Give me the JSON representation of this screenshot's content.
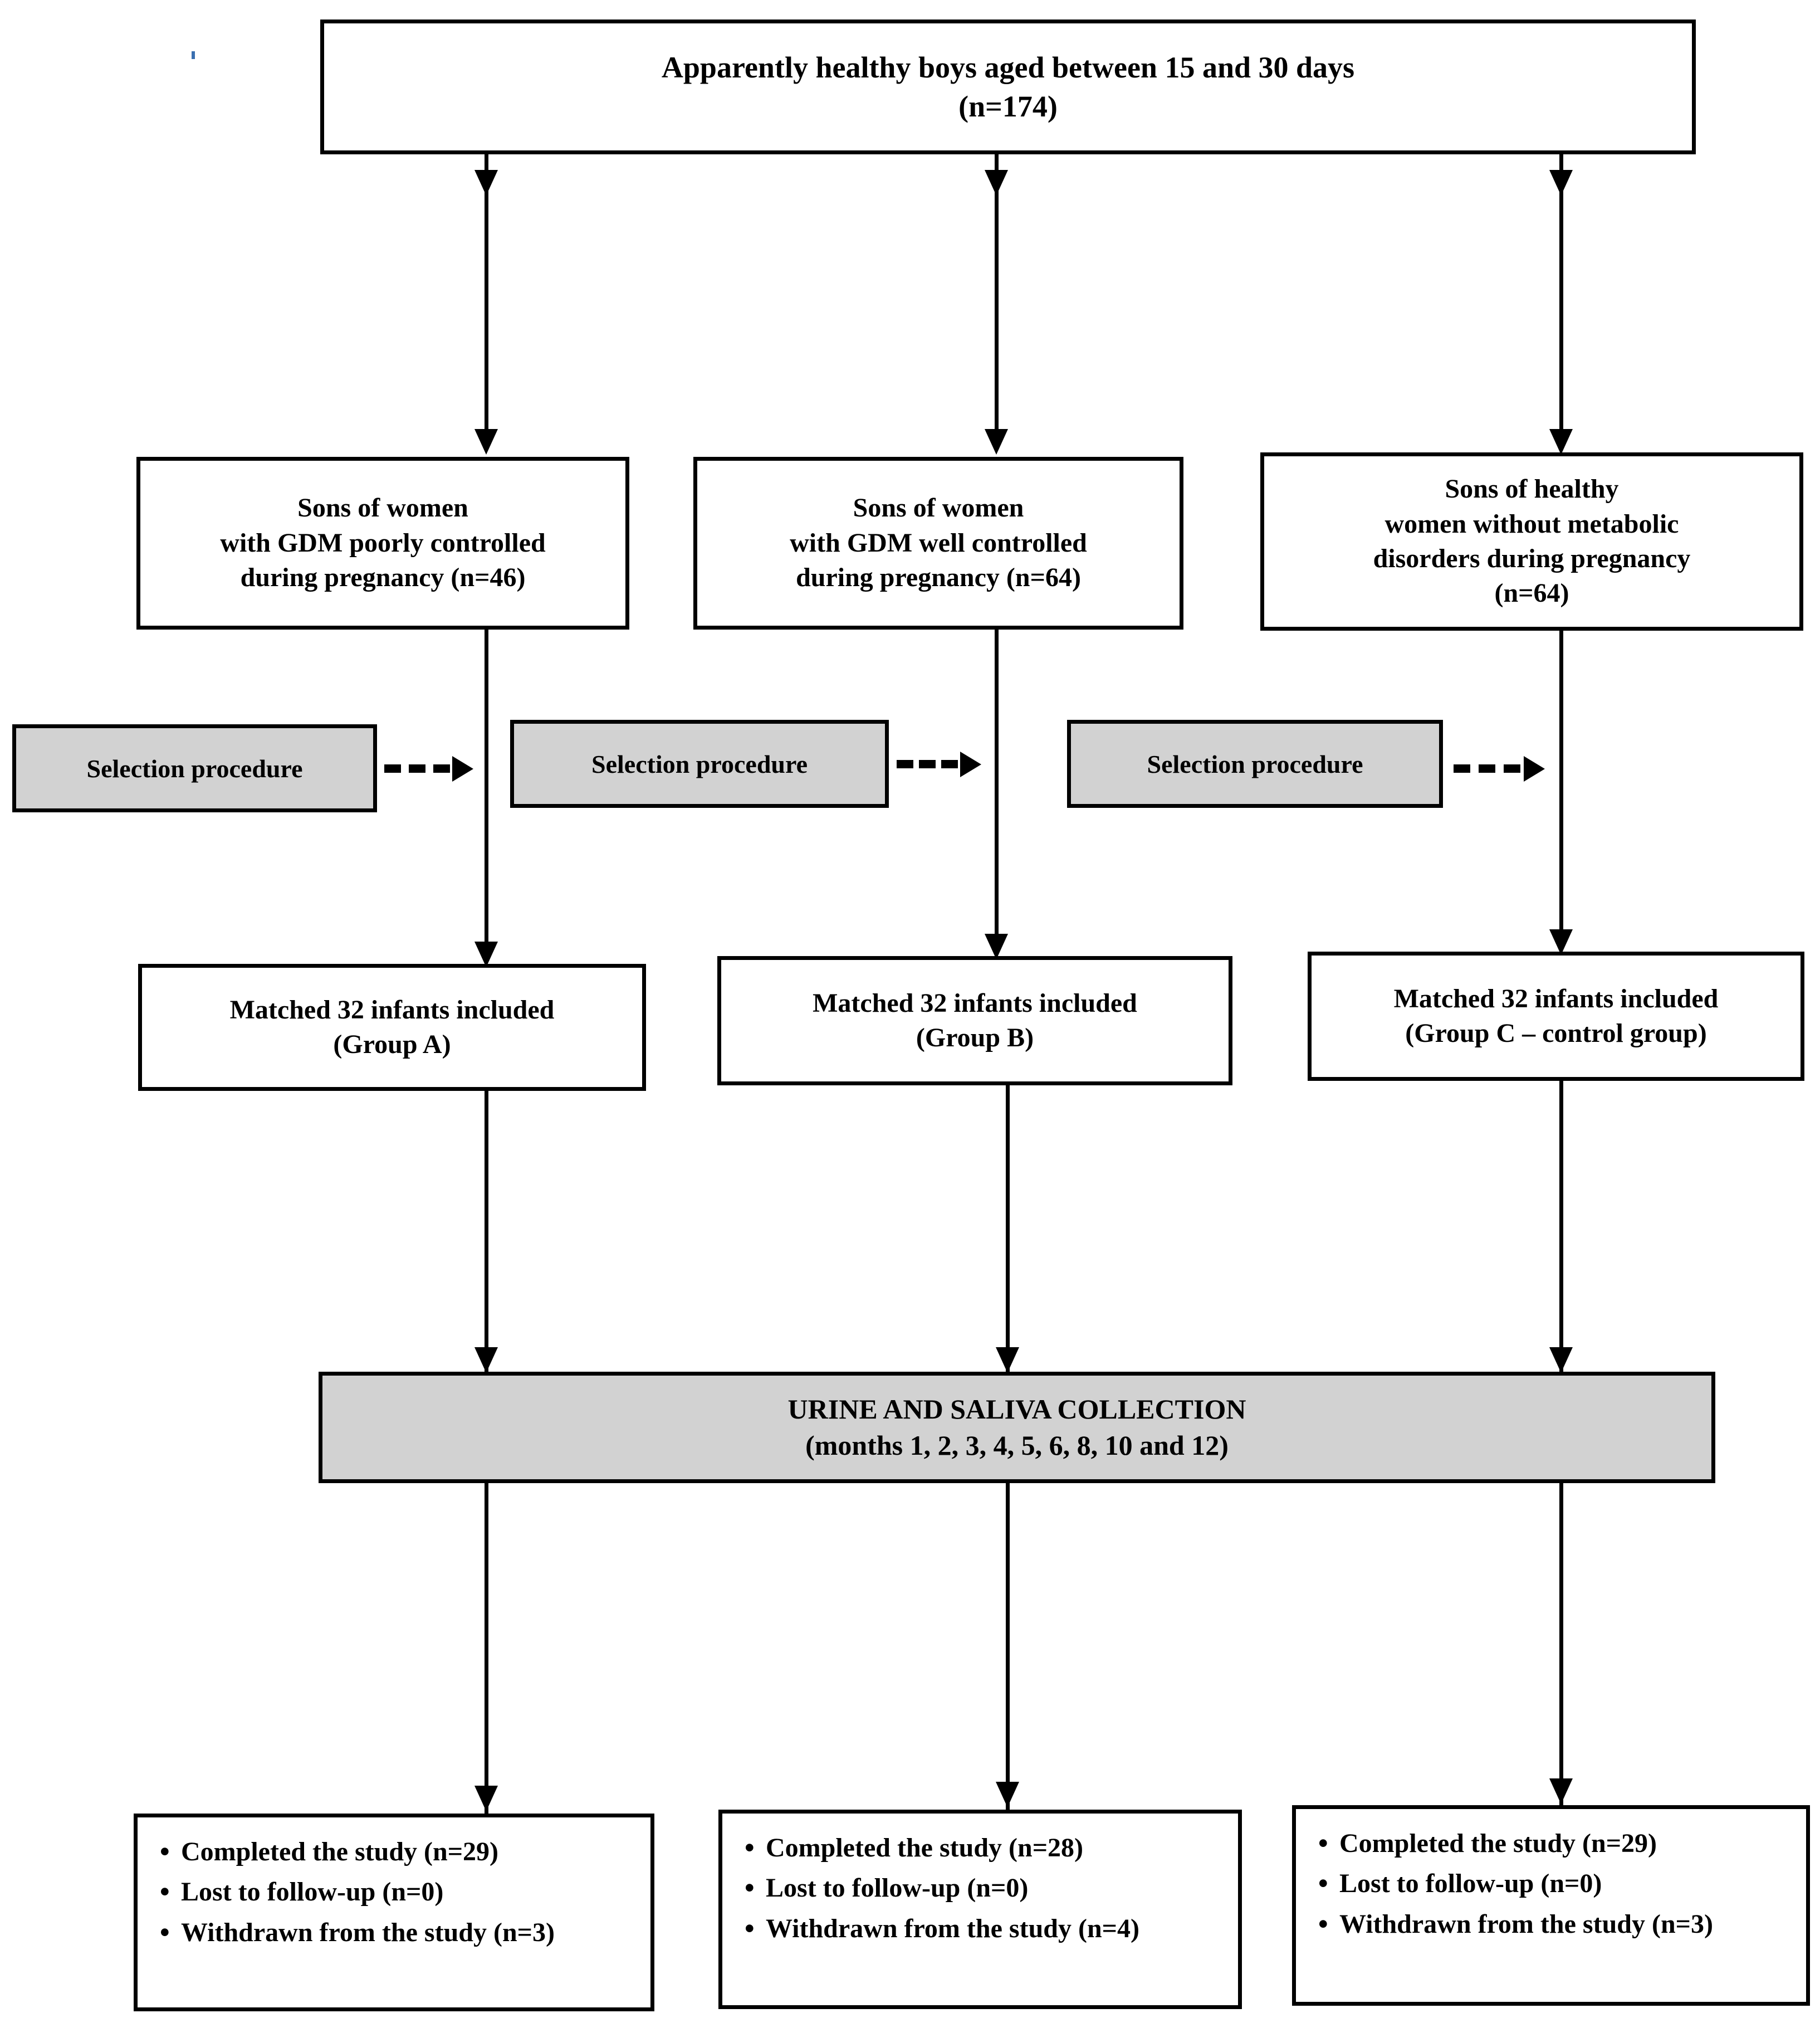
{
  "diagram": {
    "title_node": {
      "text": "Apparently healthy boys aged between 15 and 30 days\n(n=174)"
    },
    "cohort_nodes": [
      {
        "id": "cohort-gdm-poor",
        "text": "Sons of women\nwith GDM poorly controlled\nduring pregnancy (n=46)"
      },
      {
        "id": "cohort-gdm-well",
        "text": "Sons of women\nwith GDM well controlled\nduring pregnancy (n=64)"
      },
      {
        "id": "cohort-healthy",
        "text": "Sons of healthy\nwomen without metabolic\ndisorders during pregnancy\n(n=64)"
      }
    ],
    "selection_nodes": [
      {
        "id": "selection-procedure-a",
        "text": "Selection procedure"
      },
      {
        "id": "selection-procedure-b",
        "text": "Selection procedure"
      },
      {
        "id": "selection-procedure-c",
        "text": "Selection procedure"
      }
    ],
    "matched_nodes": [
      {
        "id": "matched-group-a",
        "text": "Matched 32 infants included\n(Group A)"
      },
      {
        "id": "matched-group-b",
        "text": "Matched 32 infants included\n(Group B)"
      },
      {
        "id": "matched-group-c",
        "text": "Matched 32 infants included\n(Group C – control group)"
      }
    ],
    "collection_node": {
      "text": "URINE AND SALIVA COLLECTION\n(months 1, 2, 3, 4, 5, 6, 8, 10 and 12)"
    },
    "outcome_nodes": [
      {
        "id": "outcome-group-a",
        "items": [
          "Completed the study (n=29)",
          "Lost to follow-up (n=0)",
          "Withdrawn from the study (n=3)"
        ]
      },
      {
        "id": "outcome-group-b",
        "items": [
          "Completed the study (n=28)",
          "Lost to follow-up (n=0)",
          "Withdrawn from the study (n=4)"
        ]
      },
      {
        "id": "outcome-group-c",
        "items": [
          "Completed the study (n=29)",
          "Lost to follow-up (n=0)",
          "Withdrawn from the study (n=3)"
        ]
      }
    ],
    "colors": {
      "stroke": "#000000",
      "fill_plain": "#ffffff",
      "fill_shaded": "#d2d2d2",
      "artifact": "#3a6fb0"
    }
  }
}
